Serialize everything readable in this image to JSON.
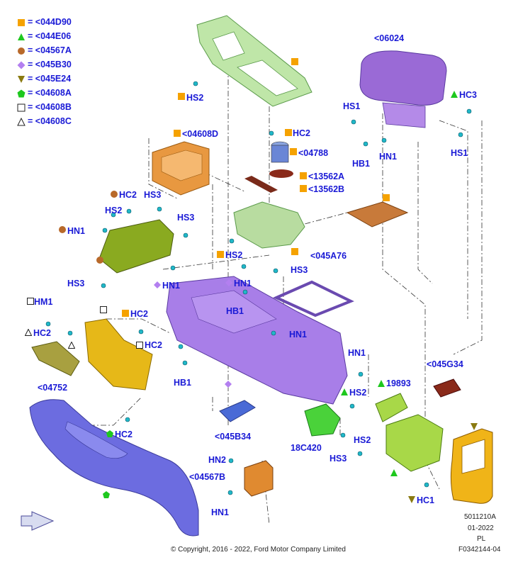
{
  "legend": [
    {
      "symbol": "square-orange",
      "text": "= <044D90"
    },
    {
      "symbol": "triangle-green",
      "text": "= <044E06"
    },
    {
      "symbol": "circle-brown",
      "text": "= <04567A"
    },
    {
      "symbol": "diamond-violet",
      "text": "= <045B30"
    },
    {
      "symbol": "triangle-down-olive",
      "text": "= <045E24"
    },
    {
      "symbol": "pentagon-green",
      "text": "= <04608A"
    },
    {
      "symbol": "square-outline",
      "text": "= <04608B"
    },
    {
      "symbol": "triangle-outline",
      "text": "= <04608C"
    }
  ],
  "labels": {
    "p06024": "<06024",
    "hc3": "HC3",
    "hs1_top": "HS1",
    "hn1_right": "HN1",
    "hb1_right": "HB1",
    "hs1_right": "HS1",
    "hs2_top": "HS2",
    "hc2_mid": "HC2",
    "p04788": "<04788",
    "p13562a": "<13562A",
    "p13562b": "<13562B",
    "p04608d": "<04608D",
    "hc2_left": "HC2",
    "hs3_a": "HS3",
    "hs2_left": "HS2",
    "hs3_b": "HS3",
    "hn1_left": "HN1",
    "hs2_center": "HS2",
    "p045a76": "<045A76",
    "hs3_c": "HS3",
    "hs3_d": "HS3",
    "hn1_b": "HN1",
    "hn1_c": "HN1",
    "hb1_c": "HB1",
    "hm1": "HM1",
    "hc2_e": "HC2",
    "hc2_f": "HC2",
    "hc2_g": "HC2",
    "hn1_d": "HN1",
    "hn1_e": "HN1",
    "hb1_d": "HB1",
    "p04752": "<04752",
    "p045g34": "<045G34",
    "p19893": "19893",
    "hs2_e": "HS2",
    "p045b34": "<045B34",
    "hc2_h": "HC2",
    "p18c420": "18C420",
    "hs2_f": "HS2",
    "hs3_e": "HS3",
    "hn2": "HN2",
    "p04567b": "<04567B",
    "hn1_f": "HN1",
    "hc1": "HC1"
  },
  "footer": {
    "code": "5011210A",
    "date": "01-2022",
    "lang": "PL",
    "copyright": "© Copyright, 2016 - 2022, Ford Motor Company Limited",
    "ref": "F0342144-04"
  },
  "colors": {
    "label": "#1a1ad6",
    "orange": "#f5a200",
    "green": "#1ec81e",
    "brown": "#b8692a",
    "violet": "#b37ff0",
    "olive": "#8a7a10",
    "part_violet": "#a66ee0",
    "part_green": "#a8d88a",
    "part_orange": "#e08a30",
    "part_olive": "#8aa828",
    "part_yellow": "#e8b820",
    "part_blue": "#7a7ae6",
    "part_lime": "#5ad24a"
  }
}
